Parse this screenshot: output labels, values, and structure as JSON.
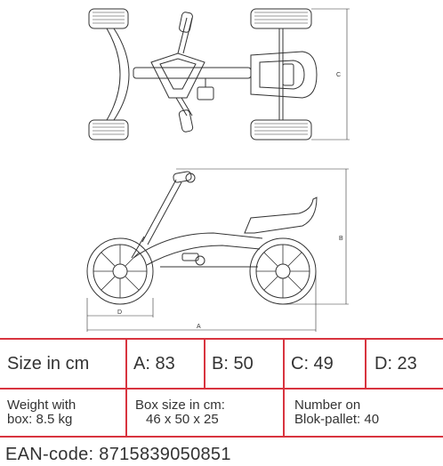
{
  "dimension_labels": {
    "a": "A",
    "b": "B",
    "c": "C",
    "d": "D"
  },
  "spec_table": {
    "header": {
      "size": "Size in cm",
      "a": "A: 83",
      "b": "B: 50",
      "c": "C: 49",
      "d": "D: 23"
    },
    "weight_line1": "Weight with",
    "weight_line2": "box: 8.5 kg",
    "box_line1": "Box size in cm:",
    "box_line2": "46 x 50 x 25",
    "pallet_line1": "Number on",
    "pallet_line2": "Blok-pallet: 40"
  },
  "ean": "EAN-code: 8715839050851",
  "accent_color": "#d8343f"
}
